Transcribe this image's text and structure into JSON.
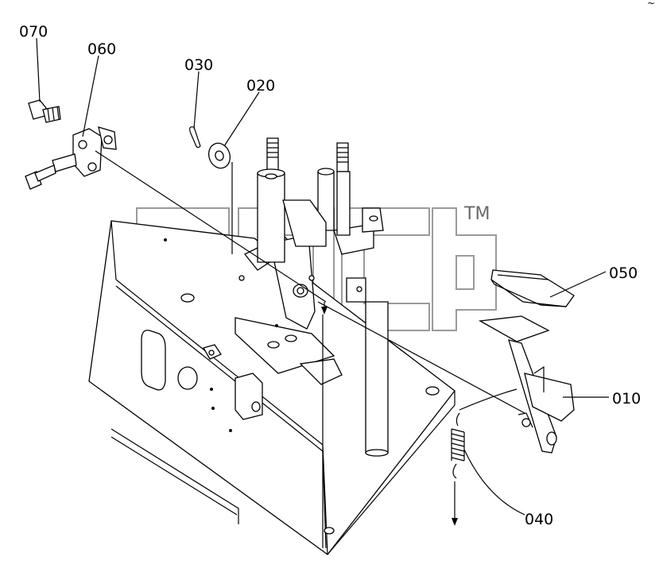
{
  "diagram": {
    "part_labels": [
      {
        "id": "p070",
        "text": "070"
      },
      {
        "id": "p060",
        "text": "060"
      },
      {
        "id": "p030",
        "text": "030"
      },
      {
        "id": "p020",
        "text": "020"
      },
      {
        "id": "p050",
        "text": "050"
      },
      {
        "id": "p010",
        "text": "010"
      },
      {
        "id": "p040",
        "text": "040"
      }
    ],
    "watermark": {
      "text": "TM"
    },
    "corner_mark": "~"
  }
}
